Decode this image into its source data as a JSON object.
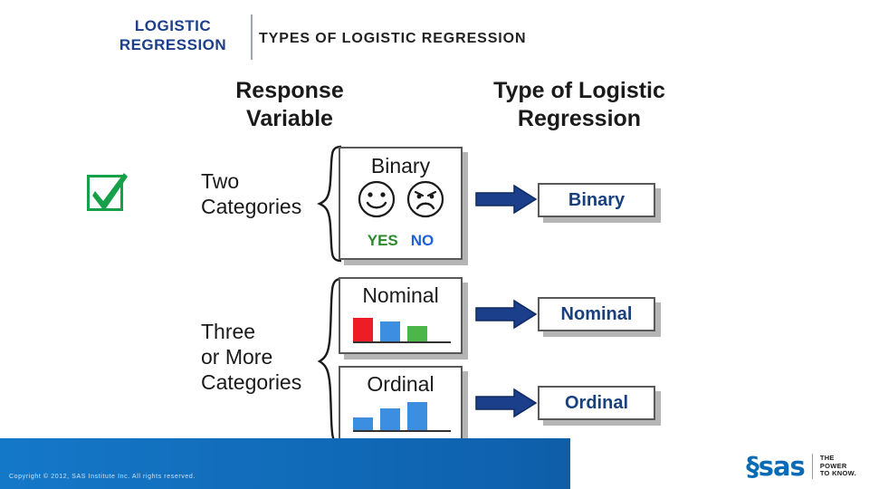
{
  "header": {
    "label_line1": "LOGISTIC",
    "label_line2": "REGRESSION",
    "title": "TYPES OF LOGISTIC REGRESSION",
    "label_color": "#1b3f8b"
  },
  "columns": {
    "response_line1": "Response",
    "response_line2": "Variable",
    "type_line1": "Type of Logistic",
    "type_line2": "Regression"
  },
  "rows": [
    {
      "label_line1": "Two",
      "label_line2": "Categories",
      "panel_title": "Binary",
      "yes_label": "YES",
      "no_label": "NO",
      "result": "Binary"
    },
    {
      "label_line1": "Three",
      "label_line2": "or More",
      "label_line3": "Categories",
      "panel_title": "Nominal",
      "result": "Nominal"
    },
    {
      "panel_title": "Ordinal",
      "result": "Ordinal"
    }
  ],
  "colors": {
    "bar_red": "#ee1c25",
    "bar_blue": "#3c8fe0",
    "bar_green": "#4cb648",
    "arrow_dark_blue": "#1b3f8b",
    "check_green": "#17a04a",
    "result_text": "#18407f",
    "yes_green": "#2a8a2e",
    "no_blue": "#1f61d6"
  },
  "nominal_bars": [
    {
      "color": "#ee1c25",
      "height": 26
    },
    {
      "color": "#3c8fe0",
      "height": 22
    },
    {
      "color": "#4cb648",
      "height": 17
    }
  ],
  "ordinal_bars": [
    {
      "color": "#3c8fe0",
      "height": 14
    },
    {
      "color": "#3c8fe0",
      "height": 24
    },
    {
      "color": "#3c8fe0",
      "height": 31
    }
  ],
  "footer": {
    "copyright": "Copyright © 2012, SAS Institute Inc. All rights reserved.",
    "logo_text": "§sas",
    "tagline_line1": "THE",
    "tagline_line2": "POWER",
    "tagline_line3": "TO KNOW."
  }
}
